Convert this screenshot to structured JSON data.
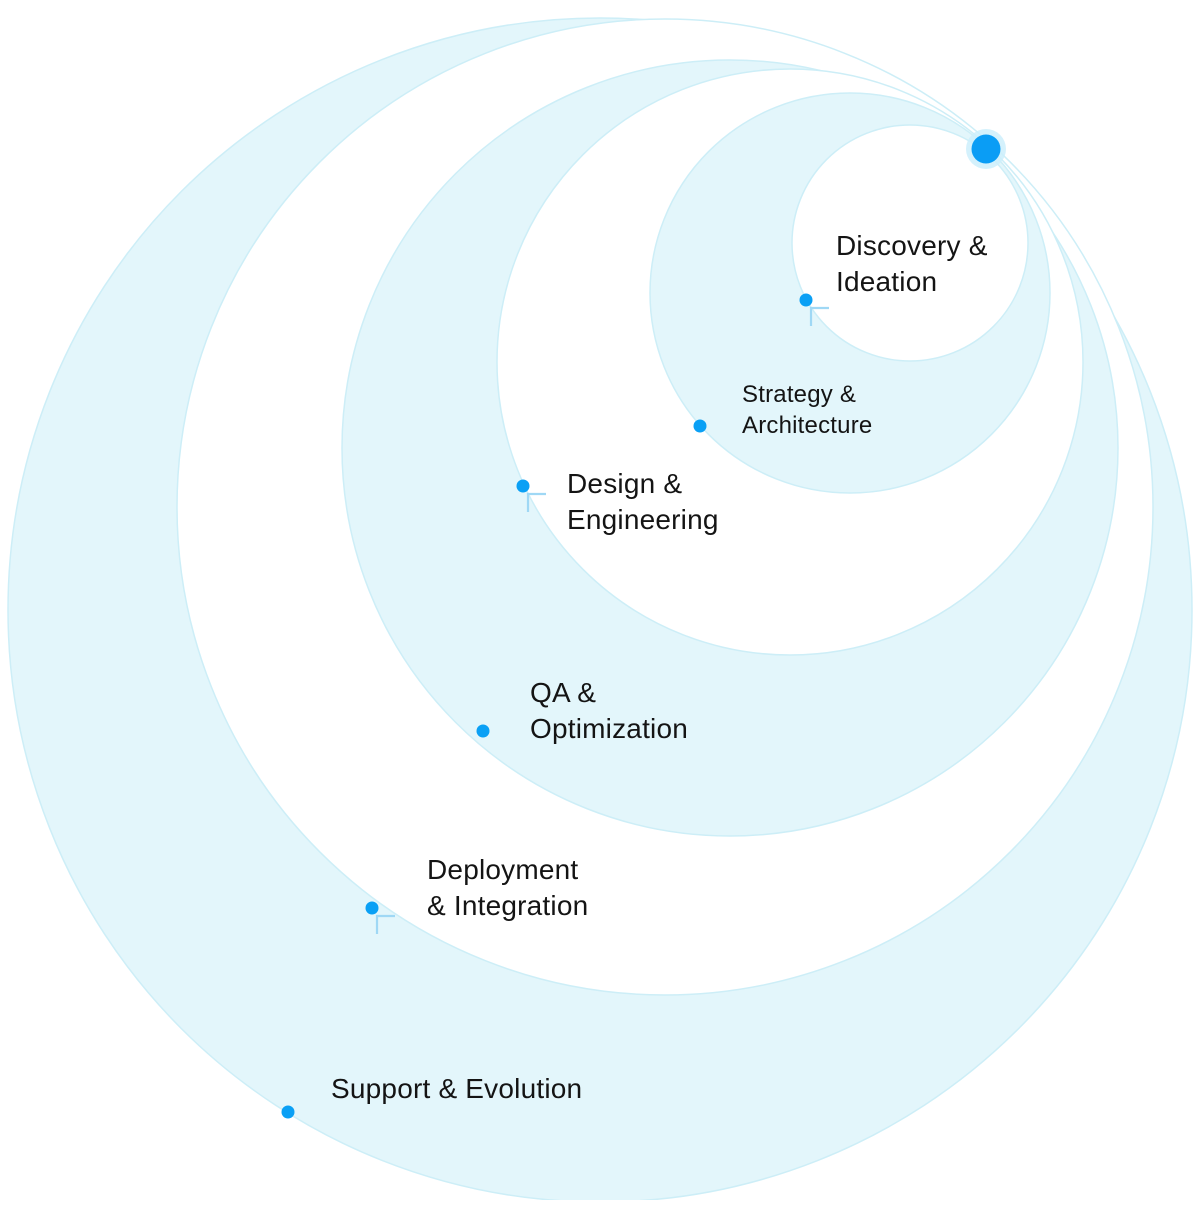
{
  "diagram": {
    "colors": {
      "ring_fill": "#e3f6fb",
      "ring_stroke": "#cdeef7",
      "dot": "#0aa0f5",
      "origin_dot": "#0a9df5",
      "origin_halo": "#cdeefb",
      "tick": "#9fd8f5",
      "text": "#141414"
    },
    "stages": [
      {
        "label": "Discovery &\nIdeation"
      },
      {
        "label": "Strategy &\nArchitecture"
      },
      {
        "label": "Design &\nEngineering"
      },
      {
        "label": "QA &\nOptimization"
      },
      {
        "label": "Deployment\n& Integration"
      },
      {
        "label": "Support & Evolution"
      }
    ]
  }
}
